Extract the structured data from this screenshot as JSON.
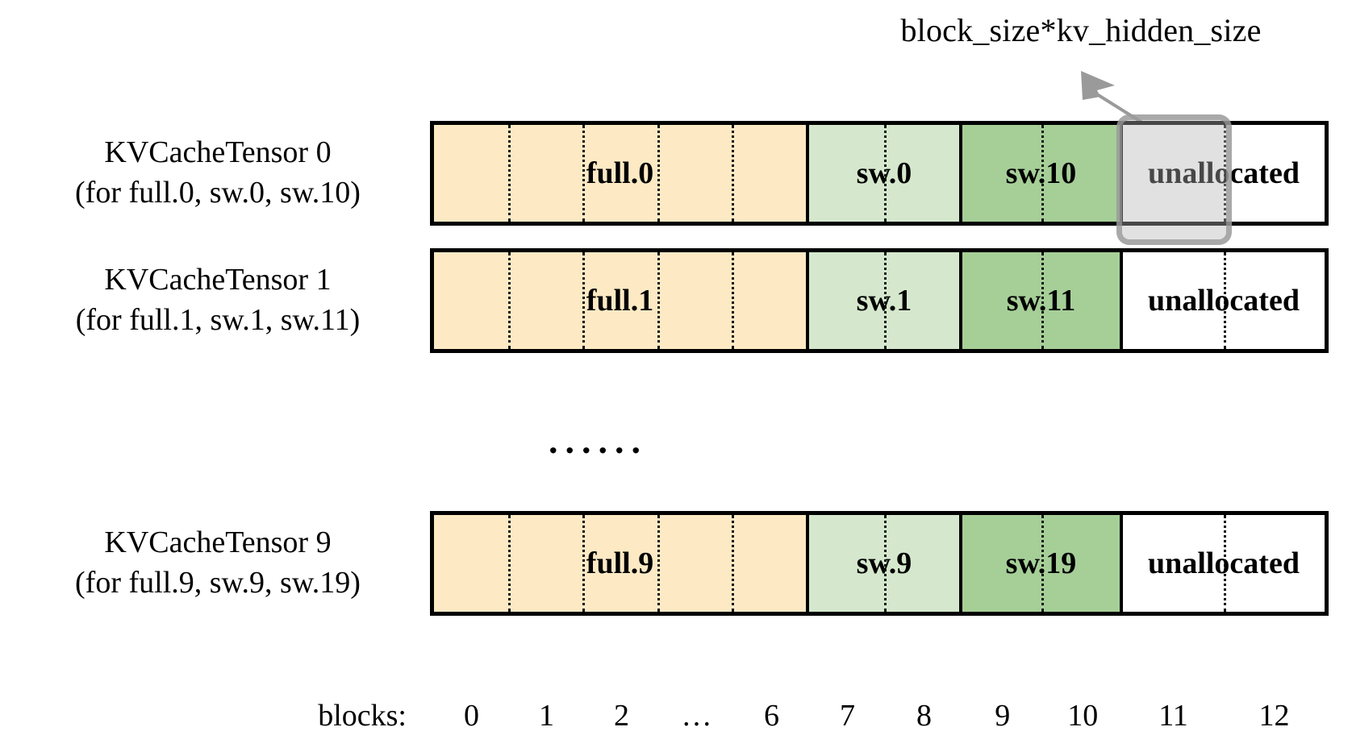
{
  "annotation": {
    "label": "block_size*kv_hidden_size",
    "arrow_icon": "arrow-up-left-icon"
  },
  "ellipsis": "......",
  "axis": {
    "title": "blocks:",
    "ticks": [
      "0",
      "1",
      "2",
      "…",
      "6",
      "7",
      "8",
      "9",
      "10",
      "11",
      "12"
    ]
  },
  "colors": {
    "full": "#fdeac4",
    "sw_light": "#d5e8cd",
    "sw_dark": "#a6cf98",
    "unallocated": "#ffffff",
    "border": "#000000",
    "highlight_fill": "rgba(180,180,180,0.40)",
    "highlight_border": "rgba(150,150,150,0.75)"
  },
  "rows": [
    {
      "title": "KVCacheTensor 0",
      "subtitle": "(for full.0, sw.0, sw.10)",
      "segments": [
        {
          "label": "full.0",
          "kind": "full",
          "blocks": 7
        },
        {
          "label": "sw.0",
          "kind": "sw_light",
          "blocks": 2
        },
        {
          "label": "sw.10",
          "kind": "sw_dark",
          "blocks": 2
        },
        {
          "label": "unallocated",
          "kind": "unallocated",
          "blocks": 2
        }
      ]
    },
    {
      "title": "KVCacheTensor 1",
      "subtitle": "(for full.1, sw.1, sw.11)",
      "segments": [
        {
          "label": "full.1",
          "kind": "full",
          "blocks": 7
        },
        {
          "label": "sw.1",
          "kind": "sw_light",
          "blocks": 2
        },
        {
          "label": "sw.11",
          "kind": "sw_dark",
          "blocks": 2
        },
        {
          "label": "unallocated",
          "kind": "unallocated",
          "blocks": 2
        }
      ]
    },
    {
      "title": "KVCacheTensor 9",
      "subtitle": "(for full.9, sw.9, sw.19)",
      "segments": [
        {
          "label": "full.9",
          "kind": "full",
          "blocks": 7
        },
        {
          "label": "sw.9",
          "kind": "sw_light",
          "blocks": 2
        },
        {
          "label": "sw.19",
          "kind": "sw_dark",
          "blocks": 2
        },
        {
          "label": "unallocated",
          "kind": "unallocated",
          "blocks": 2
        }
      ]
    }
  ]
}
